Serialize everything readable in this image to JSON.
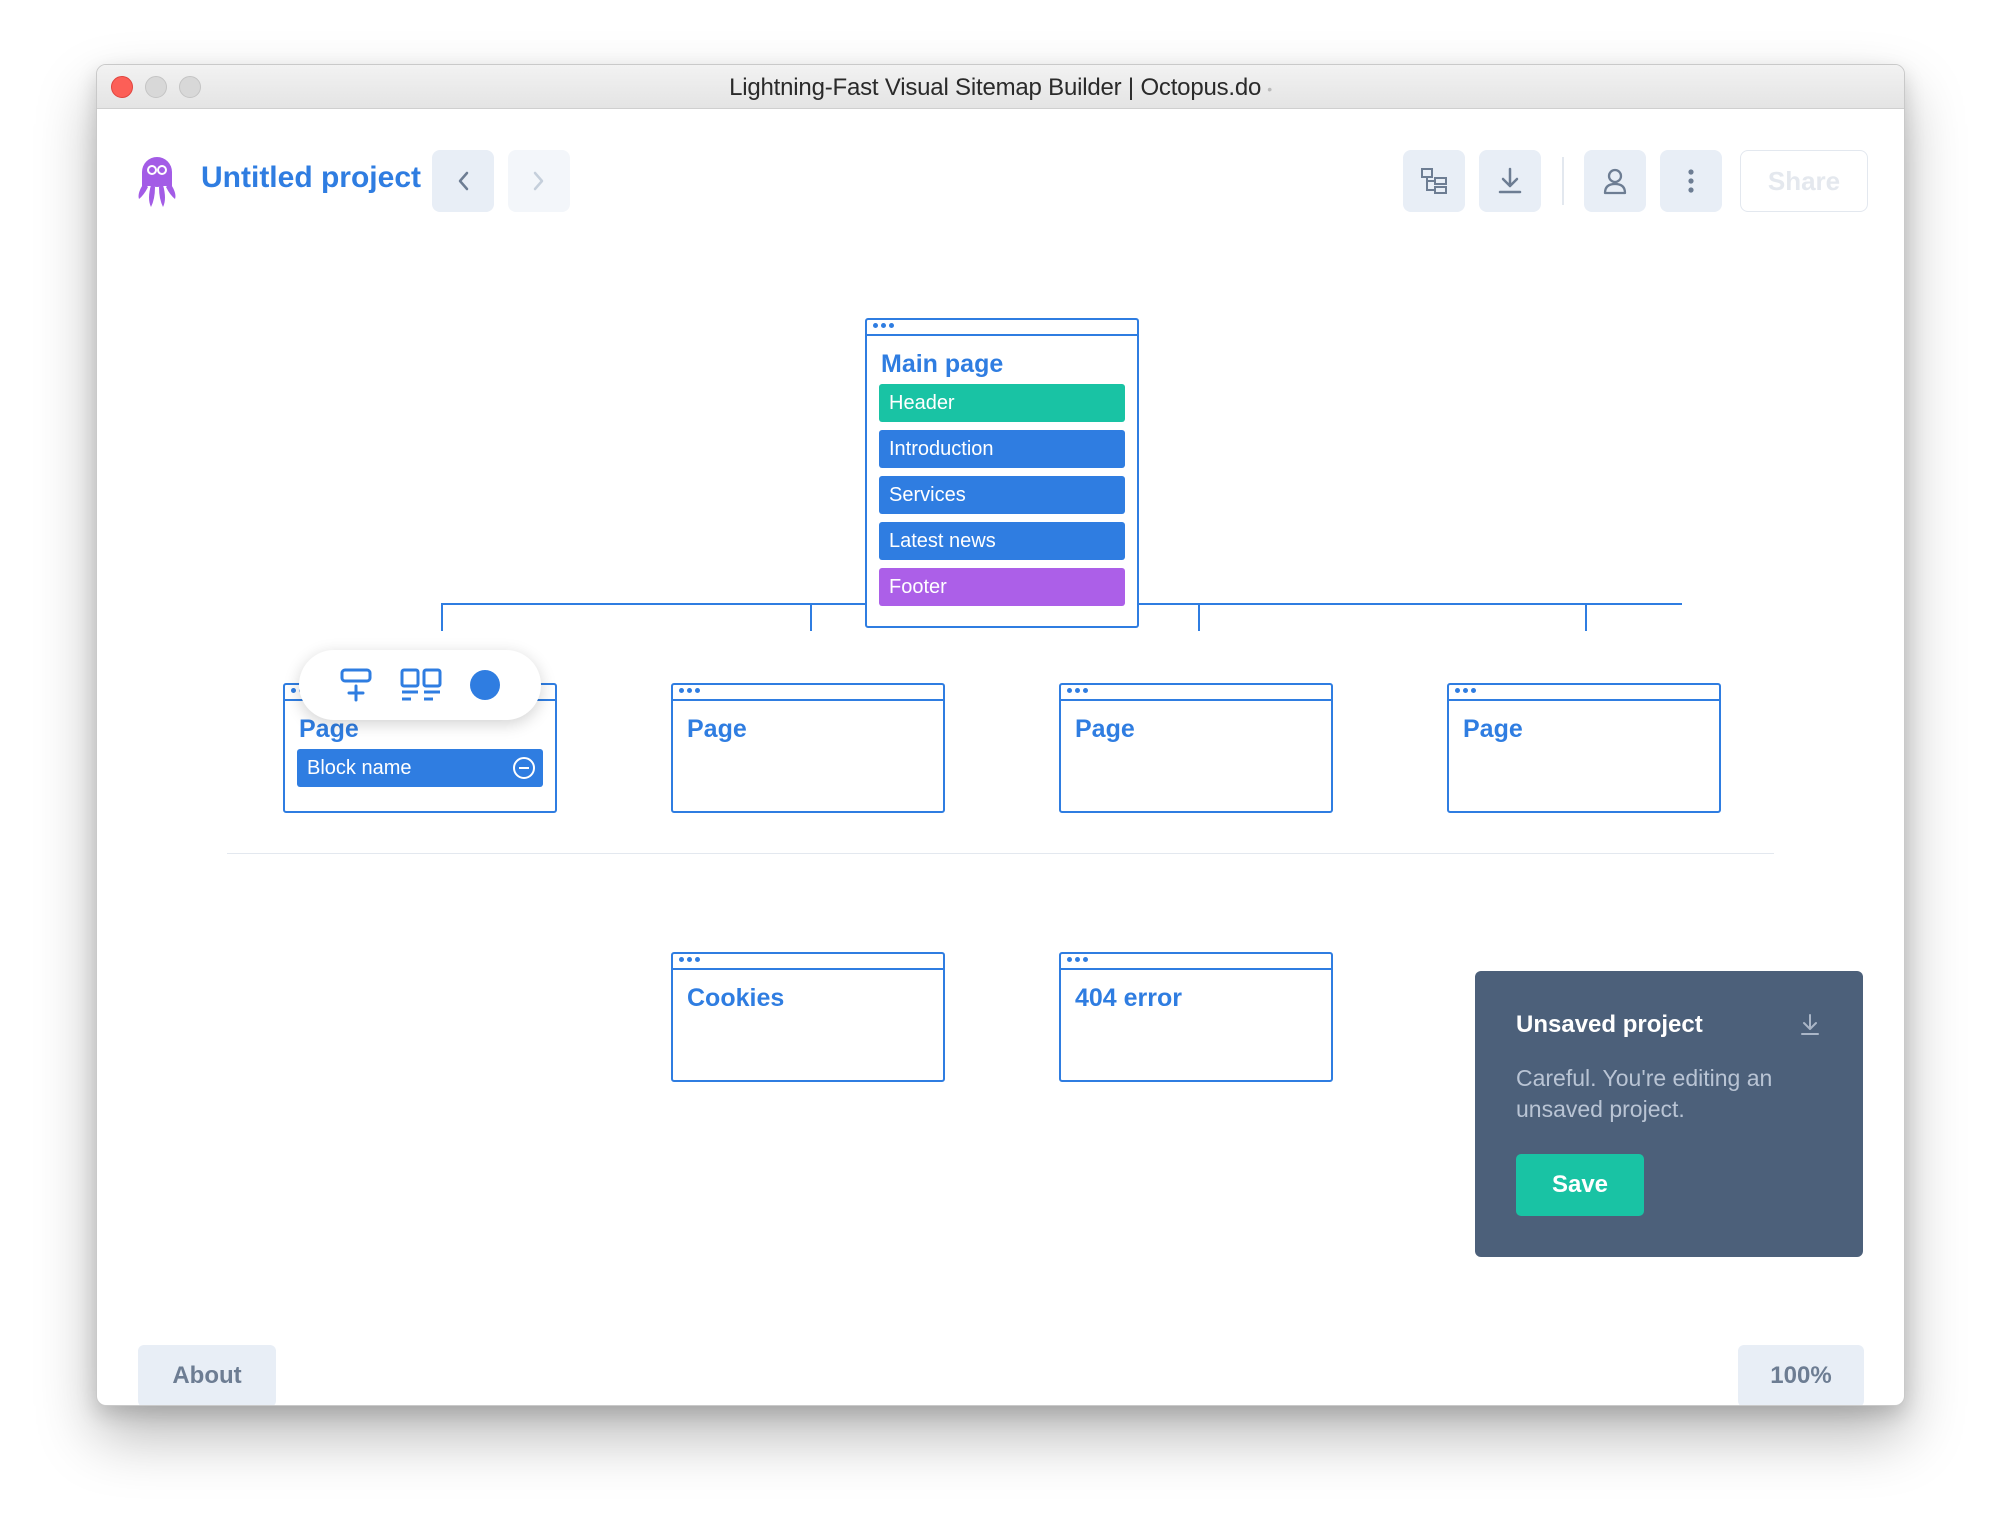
{
  "window": {
    "title": "Lightning-Fast Visual Sitemap Builder | Octopus.do",
    "edited_indicator": "•"
  },
  "header": {
    "project_title": "Untitled project",
    "back_icon": "chevron-left-icon",
    "forward_icon": "chevron-right-icon",
    "toolbar_icons": [
      "sitemap-tree-icon",
      "download-icon",
      "user-icon",
      "more-vertical-icon"
    ],
    "share_label": "Share"
  },
  "sitemap": {
    "main_page": {
      "title": "Main page",
      "blocks": [
        {
          "label": "Header",
          "color": "#19c3a4"
        },
        {
          "label": "Introduction",
          "color": "#2f7de1"
        },
        {
          "label": "Services",
          "color": "#2f7de1"
        },
        {
          "label": "Latest news",
          "color": "#2f7de1"
        },
        {
          "label": "Footer",
          "color": "#ac5fe8"
        }
      ]
    },
    "children": [
      {
        "title": "Page",
        "blocks": [
          {
            "label": "Block name"
          }
        ]
      },
      {
        "title": "Page"
      },
      {
        "title": "Page"
      },
      {
        "title": "Page"
      }
    ],
    "utility_pages": [
      {
        "title": "Cookies"
      },
      {
        "title": "404 error"
      }
    ]
  },
  "floating_toolbar": {
    "icons": [
      "add-block-icon",
      "layout-grid-icon",
      "color-dot-icon"
    ],
    "dot_color": "#2f7de1"
  },
  "toast": {
    "title": "Unsaved project",
    "message": "Careful. You're editing an unsaved project.",
    "save_label": "Save",
    "icon": "download-icon"
  },
  "footer": {
    "about_label": "About",
    "zoom_label": "100%"
  },
  "colors": {
    "accent": "#2f7de1",
    "teal": "#19c3a4",
    "purple": "#ac5fe8",
    "toast_bg": "#4c607a"
  }
}
